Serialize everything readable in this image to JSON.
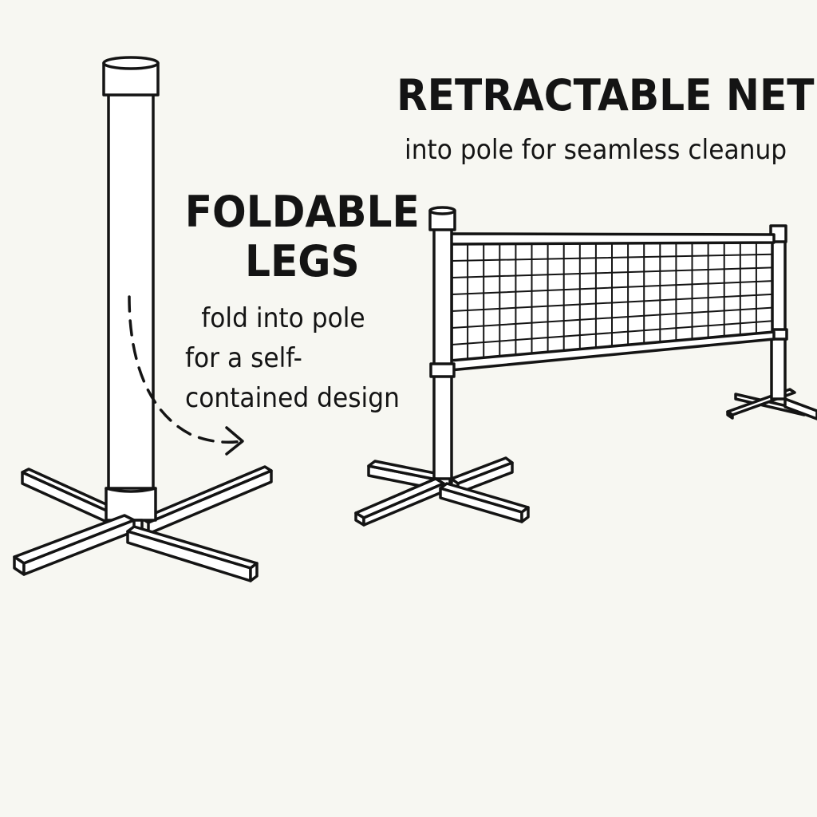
{
  "retractable_net": {
    "heading": "RETRACTABLE NET",
    "caption": "into pole for seamless cleanup"
  },
  "foldable_legs": {
    "heading_line1": "FOLDABLE",
    "heading_line2": "LEGS",
    "caption_line1": "fold into pole",
    "caption_line2": "for a self-",
    "caption_line3": "contained design"
  },
  "colors": {
    "background": "#f7f7f2",
    "line": "#141414",
    "fill": "#ffffff"
  }
}
